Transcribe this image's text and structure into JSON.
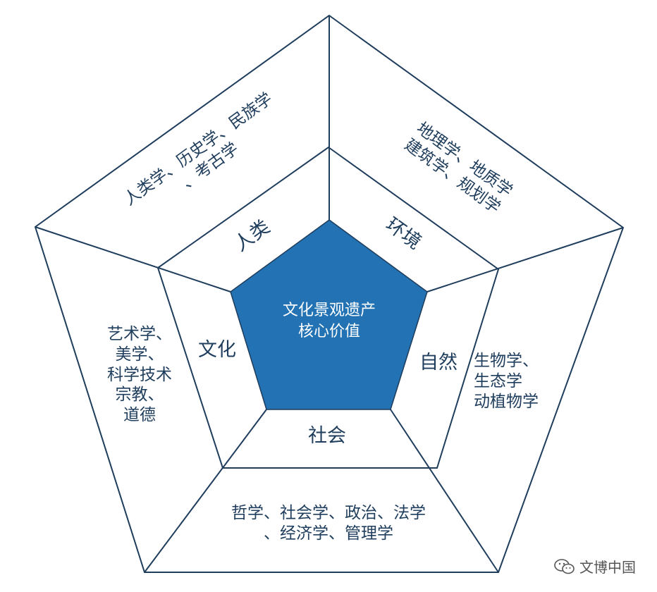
{
  "core": {
    "line1": "文化景观遗产",
    "line2": "核心价值",
    "fill": "#2272b4"
  },
  "line_color": "#1f3d5c",
  "middle": {
    "human": "人类",
    "environment": "环境",
    "nature": "自然",
    "society": "社会",
    "culture": "文化"
  },
  "outer": {
    "human": {
      "line1": "人类学、历史学、民族学",
      "line2": "、考古学"
    },
    "environment": {
      "line1": "地理学、地质学",
      "line2": "建筑学、规划学"
    },
    "nature": {
      "line1": "生物学、",
      "line2": "生态学",
      "line3": "动植物学"
    },
    "society": {
      "line1": "哲学、社会学、政治、法学",
      "line2": "、经济学、管理学"
    },
    "culture": {
      "line1": "艺术学、",
      "line2": "美学、",
      "line3": "科学技术",
      "line4": "宗教、",
      "line5": "道德"
    }
  },
  "watermark": {
    "text": "文博中国",
    "icon": "wechat-icon"
  }
}
